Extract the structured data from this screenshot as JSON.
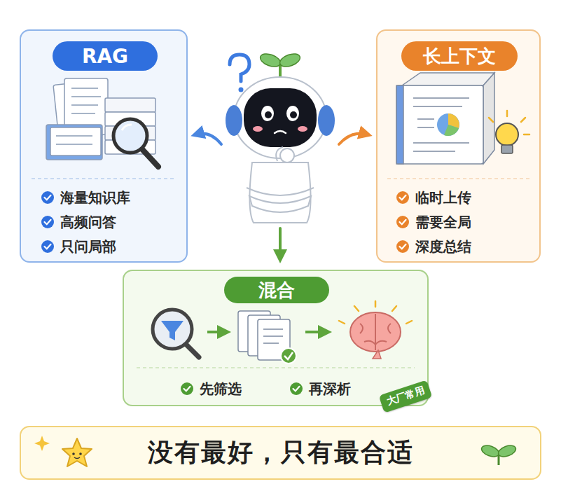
{
  "diagram": {
    "nodes": [
      {
        "text": [
          "海量知识库",
          "高频问答",
          "只问局部"
        ]
      },
      {
        "text": [
          "RAG"
        ],
        "in": 0
      },
      {
        "text": [
          "临时上传",
          "需要全局",
          "深度总结"
        ]
      },
      {
        "text": [
          "长上下文"
        ],
        "in": 2
      },
      {
        "text": [
          "先筛选",
          "再深析"
        ]
      },
      {
        "text": [
          "混合"
        ],
        "in": 4
      },
      {
        "text": [
          "大厂常用"
        ],
        "in": 4
      },
      {
        "text": [
          "没有最好，只有最合适"
        ]
      }
    ]
  }
}
